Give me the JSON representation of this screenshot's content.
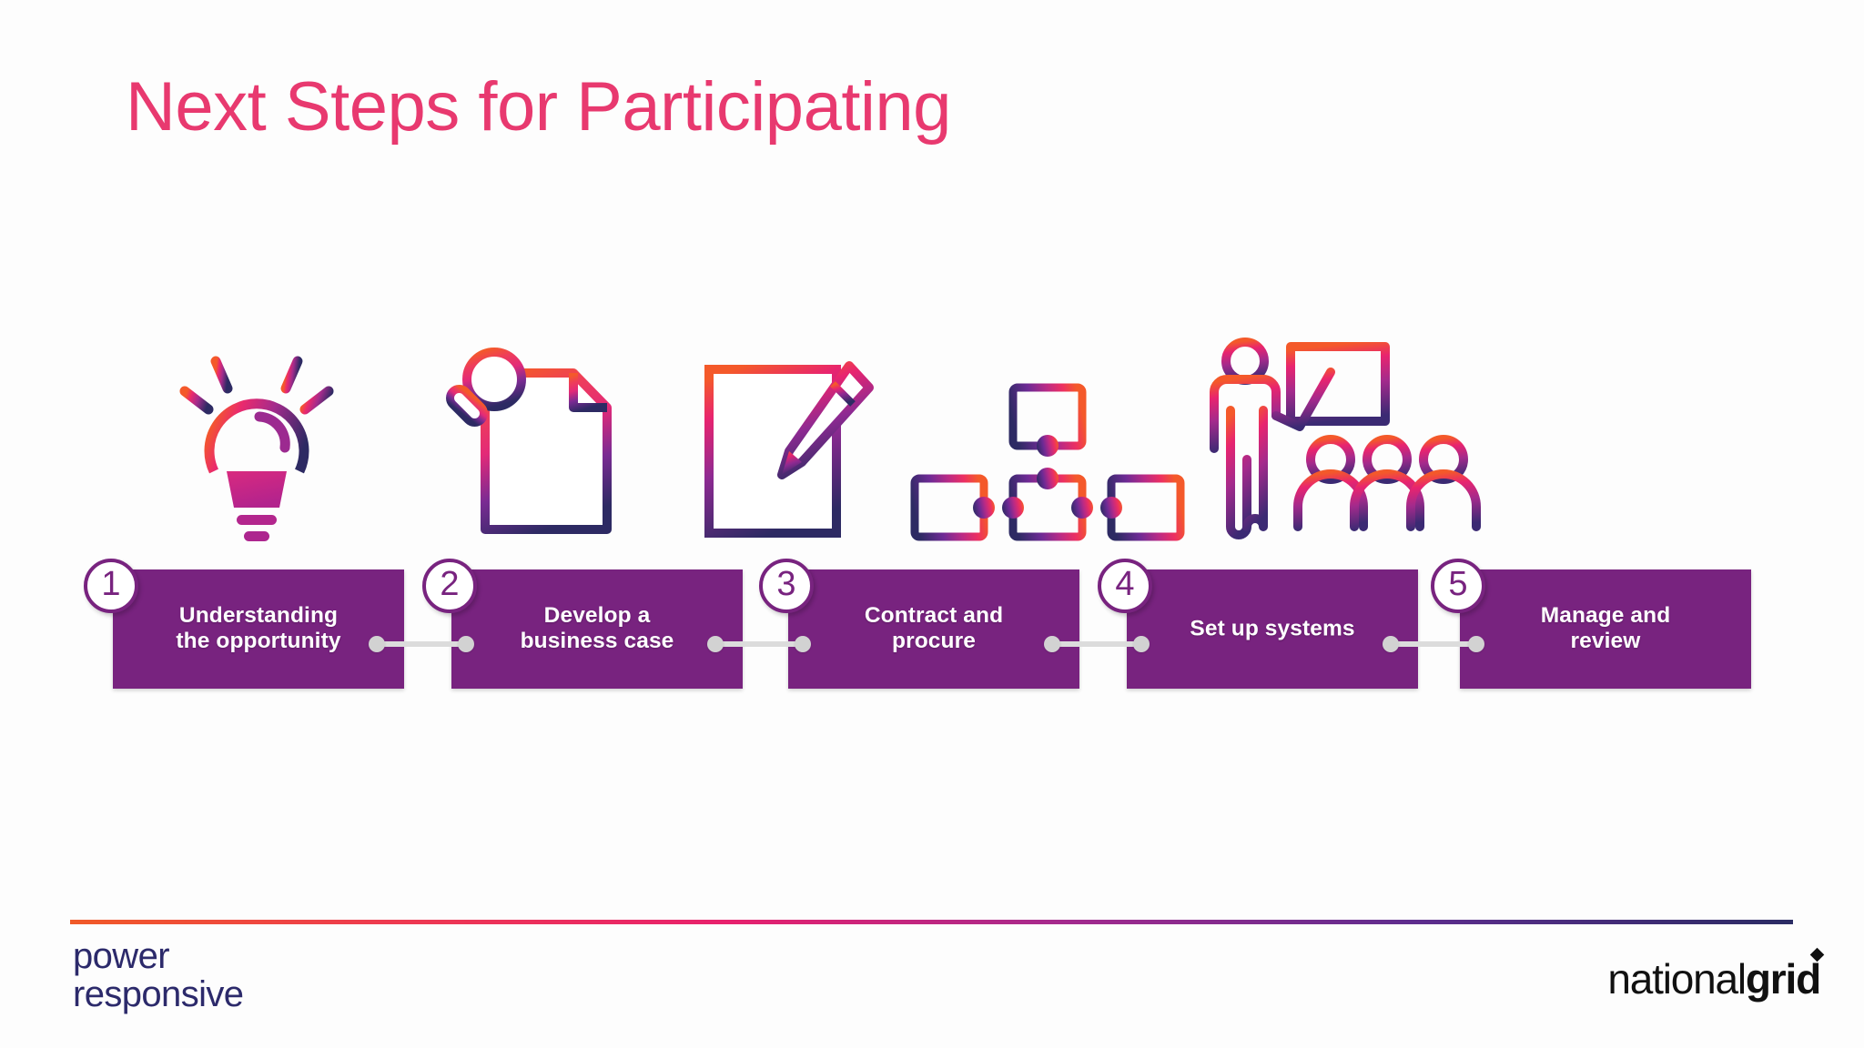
{
  "slide": {
    "title": "Next Steps for Participating",
    "title_color": "#e8396f",
    "background": "#fdfdfd",
    "box_color": "#78237f",
    "connector_color": "#dcdcdc"
  },
  "steps": [
    {
      "number": "1",
      "label_line1": "Understanding",
      "label_line2": "the opportunity",
      "icon": "lightbulb-icon"
    },
    {
      "number": "2",
      "label_line1": "Develop a",
      "label_line2": "business case",
      "icon": "document-magnifier-icon"
    },
    {
      "number": "3",
      "label_line1": "Contract and",
      "label_line2": "procure",
      "icon": "document-pencil-icon"
    },
    {
      "number": "4",
      "label_line1": "Set up systems",
      "label_line2": "",
      "icon": "network-nodes-icon"
    },
    {
      "number": "5",
      "label_line1": "Manage and",
      "label_line2": "review",
      "icon": "presenter-audience-icon"
    }
  ],
  "footer": {
    "power_responsive_line1": "power",
    "power_responsive_line2": "responsive",
    "power_responsive_color": "#2c2a6b",
    "national_grid_light": "national",
    "national_grid_bold": "grid",
    "rule_gradient": [
      "#f05a28",
      "#e8216d",
      "#5e2d8e",
      "#2b2c64"
    ]
  }
}
